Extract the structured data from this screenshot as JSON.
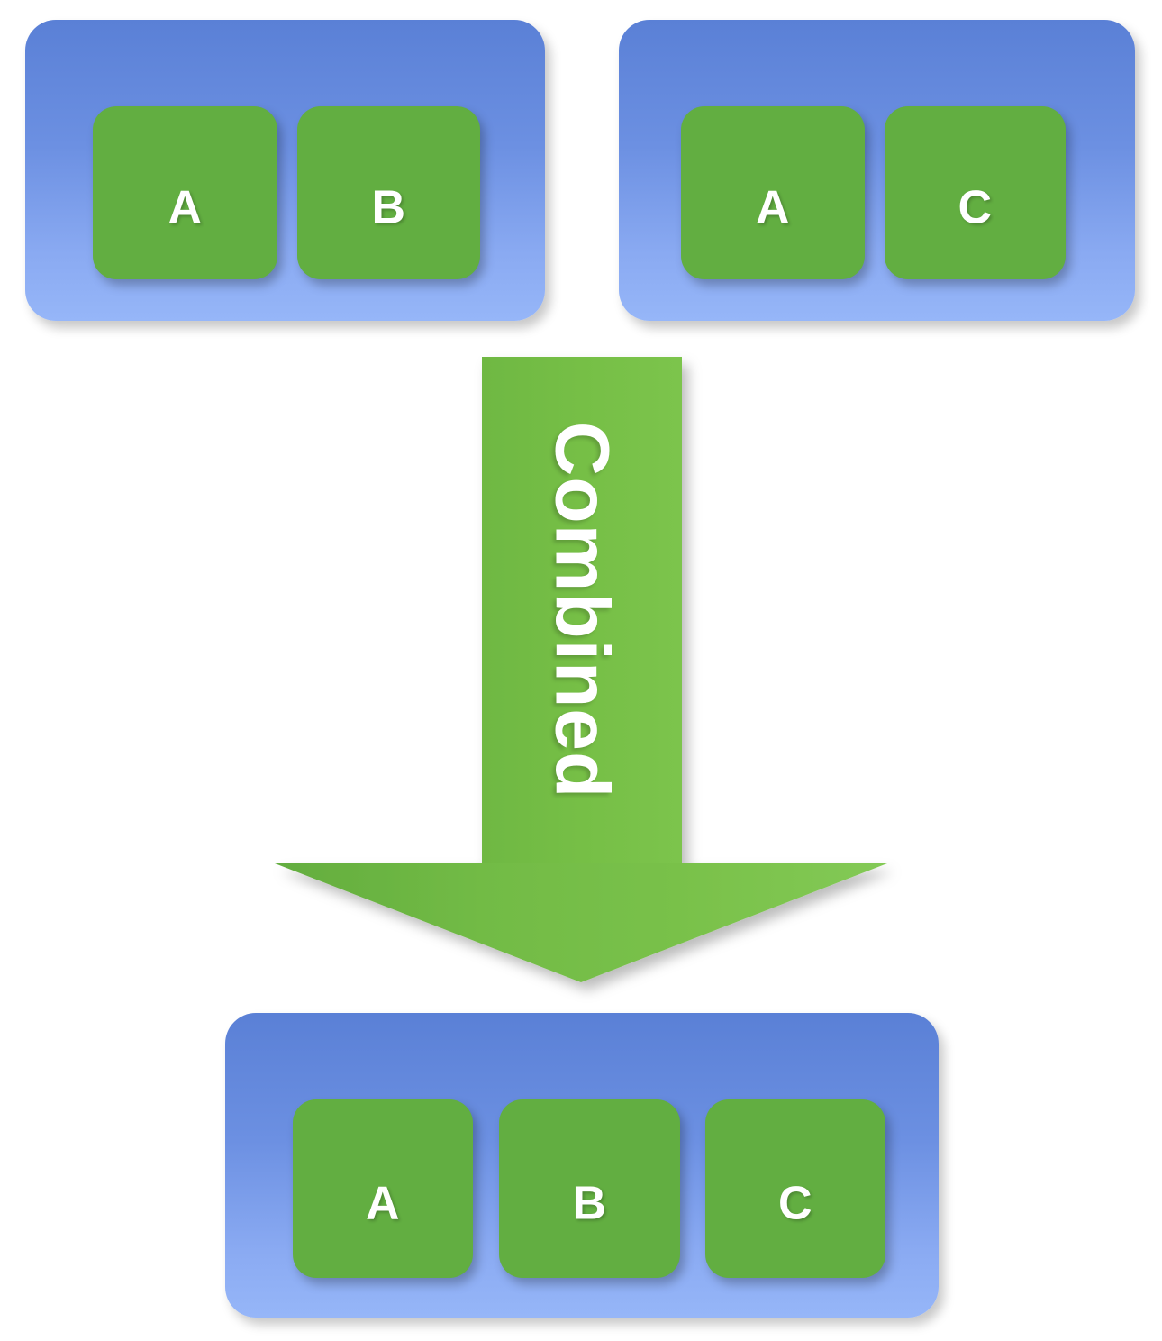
{
  "diagram": {
    "title": "Combined",
    "colors": {
      "background": "#ffffff",
      "group_blue_top": "#5a80d6",
      "group_blue_bottom": "#96b6f8",
      "item_green": "#62ae41",
      "arrow_green_dark": "#62ae41",
      "arrow_green_light": "#7cc34a",
      "label_text": "#ffffff"
    },
    "groups": [
      {
        "id": "left",
        "name": "source-group-left",
        "items": [
          {
            "label": "A"
          },
          {
            "label": "B"
          }
        ]
      },
      {
        "id": "right",
        "name": "source-group-right",
        "items": [
          {
            "label": "A"
          },
          {
            "label": "C"
          }
        ]
      },
      {
        "id": "bottom",
        "name": "result-group",
        "items": [
          {
            "label": "A"
          },
          {
            "label": "B"
          },
          {
            "label": "C"
          }
        ]
      }
    ],
    "arrow": {
      "label": "Combined",
      "direction": "down",
      "icon": "arrow-down-icon"
    }
  }
}
